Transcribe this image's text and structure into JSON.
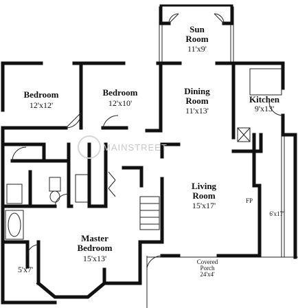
{
  "plan": {
    "rooms": {
      "sun": {
        "name": [
          "Sun",
          "Room"
        ],
        "dims": "11'x9'"
      },
      "bedroom1": {
        "name": [
          "Bedroom"
        ],
        "dims": "12'x12'"
      },
      "bedroom2": {
        "name": [
          "Bedroom"
        ],
        "dims": "12'x10'"
      },
      "dining": {
        "name": [
          "Dining",
          "Room"
        ],
        "dims": "11'x13'"
      },
      "kitchen": {
        "name": [
          "Kitchen"
        ],
        "dims": "9'x13'"
      },
      "living": {
        "name": [
          "Living",
          "Room"
        ],
        "dims": "15'x17'"
      },
      "master": {
        "name": [
          "Master",
          "Bedroom"
        ],
        "dims": "15'x13'"
      },
      "closet": {
        "name": [],
        "dims": "5'x7'"
      },
      "porch": {
        "name": [
          "Covered",
          "Porch"
        ],
        "dims": "24'x4'"
      }
    },
    "fireplace_label": "FP",
    "side_dim": "6'x17'",
    "watermark": "MAINSTREET"
  }
}
